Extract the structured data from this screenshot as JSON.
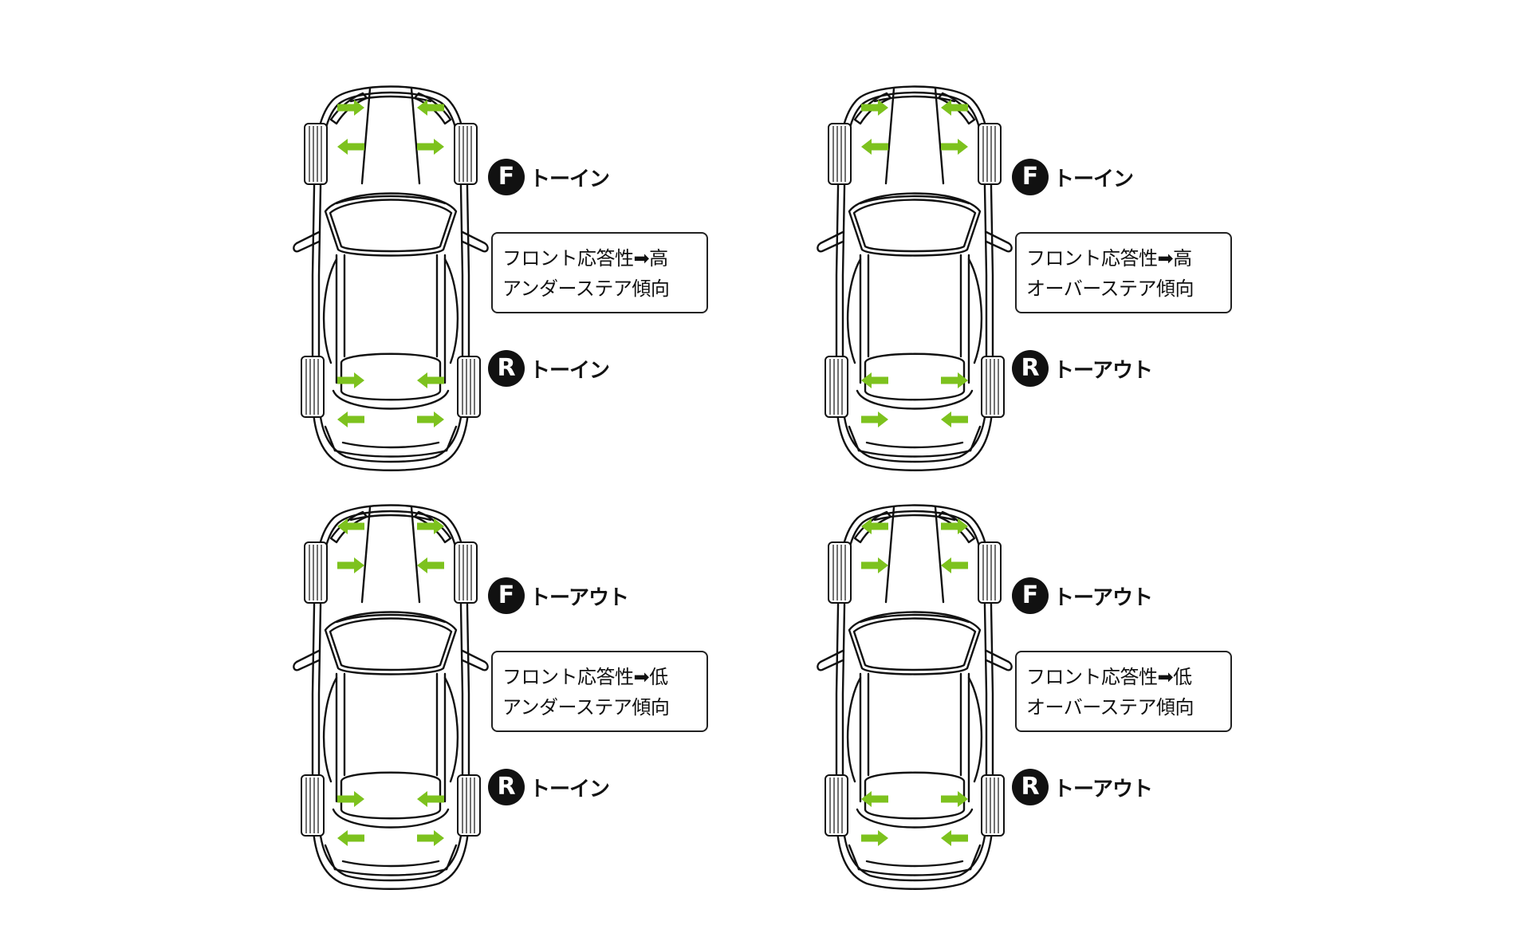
{
  "colors": {
    "arrow": "#7dc21e",
    "line": "#111111",
    "badge_bg": "#111111",
    "badge_fg": "#ffffff"
  },
  "panels": [
    {
      "front": {
        "badge": "F",
        "label": "トーイン"
      },
      "rear": {
        "badge": "R",
        "label": "トーイン"
      },
      "effect": {
        "line1": "フロント応答性➡高",
        "line2": "アンダーステア傾向"
      },
      "arrows": {
        "front": "in",
        "rear": "in"
      }
    },
    {
      "front": {
        "badge": "F",
        "label": "トーイン"
      },
      "rear": {
        "badge": "R",
        "label": "トーアウト"
      },
      "effect": {
        "line1": "フロント応答性➡高",
        "line2": "オーバーステア傾向"
      },
      "arrows": {
        "front": "in",
        "rear": "out"
      }
    },
    {
      "front": {
        "badge": "F",
        "label": "トーアウト"
      },
      "rear": {
        "badge": "R",
        "label": "トーイン"
      },
      "effect": {
        "line1": "フロント応答性➡低",
        "line2": "アンダーステア傾向"
      },
      "arrows": {
        "front": "out",
        "rear": "in"
      }
    },
    {
      "front": {
        "badge": "F",
        "label": "トーアウト"
      },
      "rear": {
        "badge": "R",
        "label": "トーアウト"
      },
      "effect": {
        "line1": "フロント応答性➡低",
        "line2": "オーバーステア傾向"
      },
      "arrows": {
        "front": "out",
        "rear": "out"
      }
    }
  ]
}
